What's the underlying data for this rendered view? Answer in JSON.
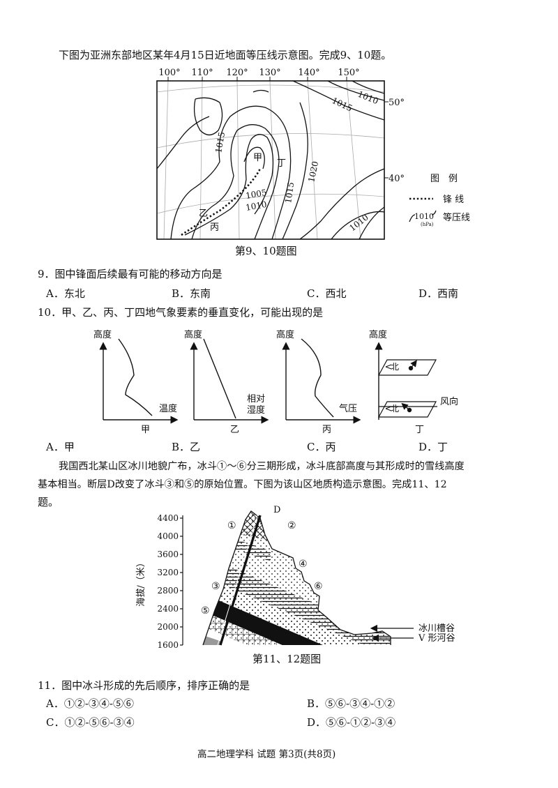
{
  "intro1": "下图为亚洲东部地区某年4月15日近地面等压线示意图。完成9、10题。",
  "map": {
    "lon_labels": [
      "100°",
      "110°",
      "120°",
      "130°",
      "140°",
      "150°"
    ],
    "lat_labels": [
      "50°",
      "40°"
    ],
    "isobar_labels": [
      "1010",
      "1015",
      "1015",
      "1005",
      "1010",
      "1015",
      "1020",
      "1010"
    ],
    "place_labels": [
      "甲",
      "乙",
      "丙",
      "丁"
    ],
    "legend_title": "图　例",
    "legend_front": "锋 线",
    "legend_isobar": "等压线",
    "legend_isobar_value": "1010",
    "legend_unit": "(hPa)",
    "caption": "第9、10题图"
  },
  "q9": {
    "stem": "9．图中锋面后续最有可能的移动方向是",
    "options": [
      "A．东北",
      "B．东南",
      "C．西北",
      "D．西南"
    ]
  },
  "q10": {
    "stem": "10．甲、乙、丙、丁四地气象要素的垂直变化，可能出现的是",
    "graphs": [
      {
        "ylabel": "高度",
        "var": "温度",
        "place": "甲"
      },
      {
        "ylabel": "高度",
        "var1": "相对",
        "var2": "湿度",
        "place": "乙"
      },
      {
        "ylabel": "高度",
        "var": "气压",
        "place": "丙"
      },
      {
        "ylabel": "高度",
        "north": "北",
        "var": "风向",
        "place": "丁"
      }
    ],
    "options": [
      "A．甲",
      "B．乙",
      "C．丙",
      "D．丁"
    ]
  },
  "intro2": {
    "line1": "我国西北某山区冰川地貌广布，冰斗①～⑥分三期形成，冰斗底部高度与其形成时的雪线高度",
    "line2": "基本相当。断层D改变了冰斗③和⑤的原始位置。下图为该山区地质构造示意图。完成11、12",
    "line3": "题。"
  },
  "geo": {
    "yaxis_title": "海拔/（米）",
    "ticks": [
      "4400",
      "4000",
      "3600",
      "3200",
      "2800",
      "2400",
      "2000",
      "1600"
    ],
    "fault": "D",
    "cirques": [
      "①",
      "②",
      "③",
      "④",
      "⑤",
      "⑥"
    ],
    "label_glacial": "冰川槽谷",
    "label_v": "V 形河谷",
    "caption": "第11、12题图"
  },
  "q11": {
    "stem": "11．图中冰斗形成的先后顺序，排序正确的是",
    "options": [
      "A．①②-③④-⑤⑥",
      "B．⑤⑥-③④-①②",
      "C．①②-⑤⑥-③④",
      "D．⑤⑥-①②-③④"
    ]
  },
  "footer": "高二地理学科 试题 第3页(共8页)"
}
